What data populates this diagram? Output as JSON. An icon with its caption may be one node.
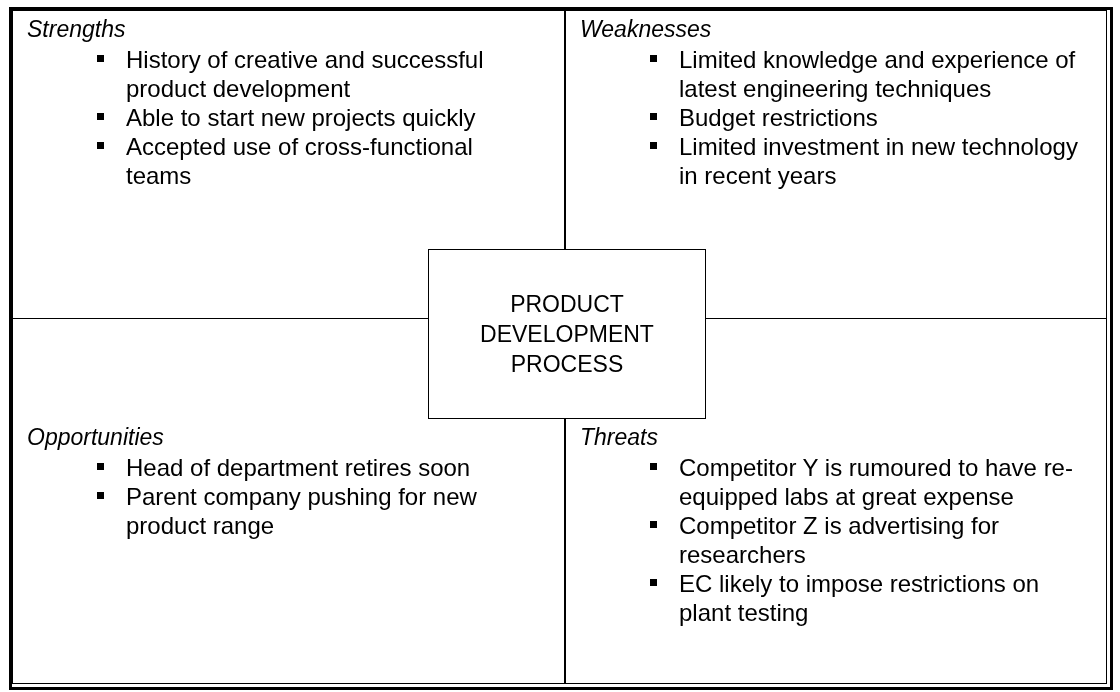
{
  "diagram": {
    "nodes": [
      {
        "text": [
          "Strengths",
          "History of creative and successful product development",
          "Able to start new projects quickly",
          "Accepted use of cross-functional teams"
        ]
      },
      {
        "text": [
          "Weaknesses",
          "Limited knowledge and experience of latest engineering techniques",
          "Budget restrictions",
          "Limited investment in new technology in recent years"
        ]
      },
      {
        "text": [
          "PRODUCT DEVELOPMENT PROCESS"
        ]
      },
      {
        "text": [
          "Opportunities",
          "Head of department retires soon",
          "Parent company pushing for new product range"
        ]
      },
      {
        "text": [
          "Threats",
          "Competitor Y is rumoured to have re-equipped labs at great expense",
          "Competitor Z is advertising for researchers",
          "EC likely to impose restrictions on plant testing"
        ]
      }
    ],
    "edges": []
  }
}
